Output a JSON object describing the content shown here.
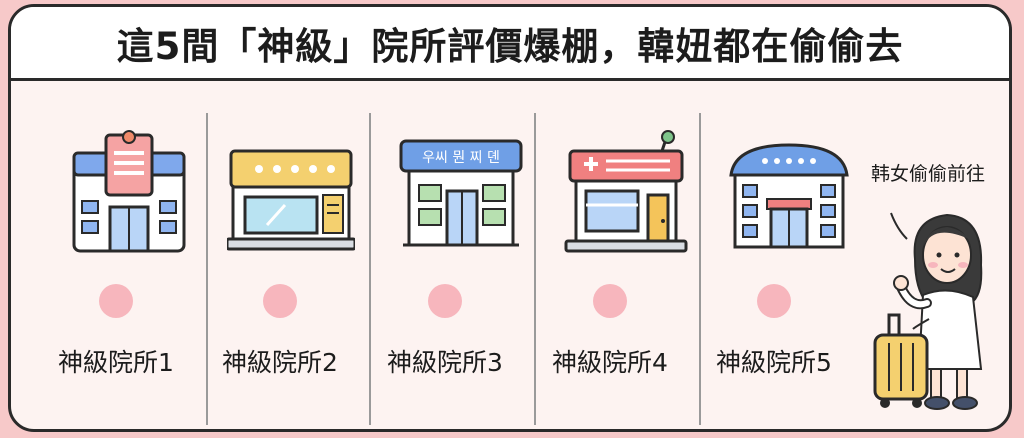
{
  "header": {
    "title": "這5間「神級」院所評價爆棚，韓妞都在偷偷去"
  },
  "clinics": [
    {
      "label": "神級院所1"
    },
    {
      "label": "神級院所2"
    },
    {
      "label": "神級院所3",
      "sign_text": "우씨 뭔 찌 뎬"
    },
    {
      "label": "神級院所4"
    },
    {
      "label": "神級院所5"
    }
  ],
  "traveler": {
    "caption": "韩女偷偷前往"
  },
  "colors": {
    "background": "#f7c9c9",
    "card": "#fdf3f1",
    "dot": "#f7b6bd",
    "blue": "#6f9fe6",
    "yellow": "#f4d06f",
    "red": "#f08080"
  }
}
